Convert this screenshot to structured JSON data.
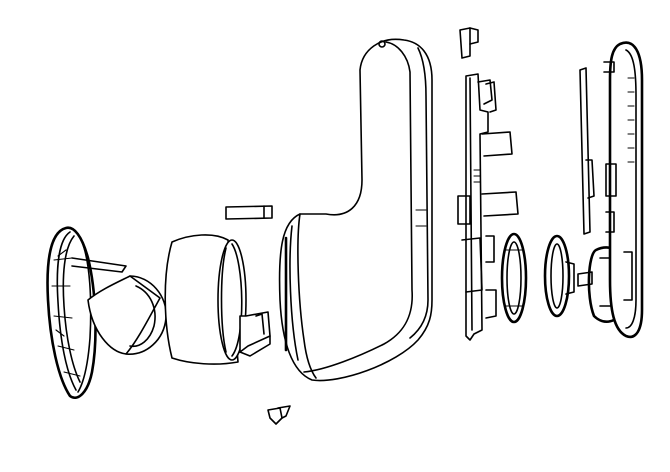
{
  "diagram": {
    "type": "exploded-view line drawing",
    "line_color": "#000000",
    "background": "#ffffff",
    "parts": [
      {
        "name": "rear-cover-ring"
      },
      {
        "name": "lens-cylinder"
      },
      {
        "name": "outer-sleeve"
      },
      {
        "name": "small-rectangular-plate"
      },
      {
        "name": "sleeve-tab-bracket"
      },
      {
        "name": "handle-housing"
      },
      {
        "name": "top-clip"
      },
      {
        "name": "circuit-board"
      },
      {
        "name": "oval-ring-large"
      },
      {
        "name": "oval-ring-small"
      },
      {
        "name": "button-cap"
      },
      {
        "name": "thin-strip"
      },
      {
        "name": "end-cover-plate"
      },
      {
        "name": "small-bracket"
      }
    ]
  }
}
